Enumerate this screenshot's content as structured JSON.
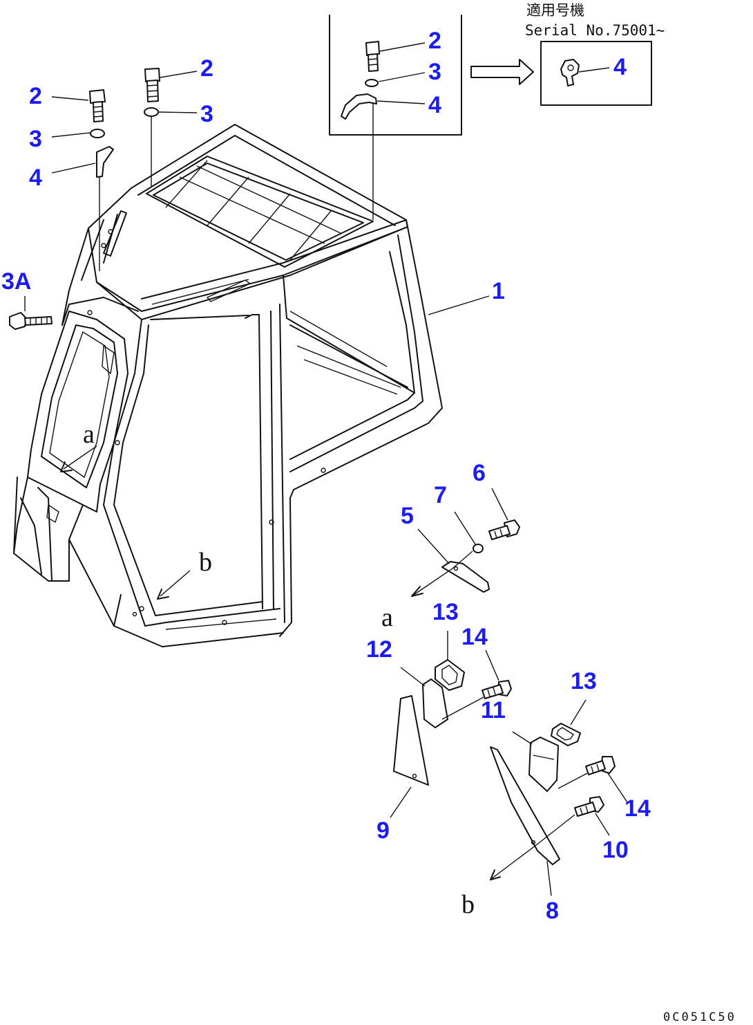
{
  "diagram": {
    "serial_note": {
      "line1": "適用号機",
      "line2": "Serial No.75001~"
    },
    "callouts": [
      {
        "id": "c-2a",
        "text": "2"
      },
      {
        "id": "c-3a",
        "text": "3"
      },
      {
        "id": "c-4a",
        "text": "4"
      },
      {
        "id": "c-2b",
        "text": "2"
      },
      {
        "id": "c-3b",
        "text": "3"
      },
      {
        "id": "c-2c",
        "text": "2"
      },
      {
        "id": "c-3c",
        "text": "3"
      },
      {
        "id": "c-4c",
        "text": "4"
      },
      {
        "id": "c-4d",
        "text": "4"
      },
      {
        "id": "c-3A",
        "text": "3A"
      },
      {
        "id": "c-1",
        "text": "1"
      },
      {
        "id": "c-6",
        "text": "6"
      },
      {
        "id": "c-7",
        "text": "7"
      },
      {
        "id": "c-5",
        "text": "5"
      },
      {
        "id": "c-13a",
        "text": "13"
      },
      {
        "id": "c-12",
        "text": "12"
      },
      {
        "id": "c-14a",
        "text": "14"
      },
      {
        "id": "c-11",
        "text": "11"
      },
      {
        "id": "c-13b",
        "text": "13"
      },
      {
        "id": "c-14b",
        "text": "14"
      },
      {
        "id": "c-9",
        "text": "9"
      },
      {
        "id": "c-10",
        "text": "10"
      },
      {
        "id": "c-8",
        "text": "8"
      }
    ],
    "view_letters": {
      "a_cab": "a",
      "b_cab": "b",
      "a_part": "a",
      "b_part": "b"
    },
    "drawing_code": "0C051C50",
    "colors": {
      "callout": "#1a1aff",
      "line": "#111111",
      "background": "#ffffff"
    }
  }
}
